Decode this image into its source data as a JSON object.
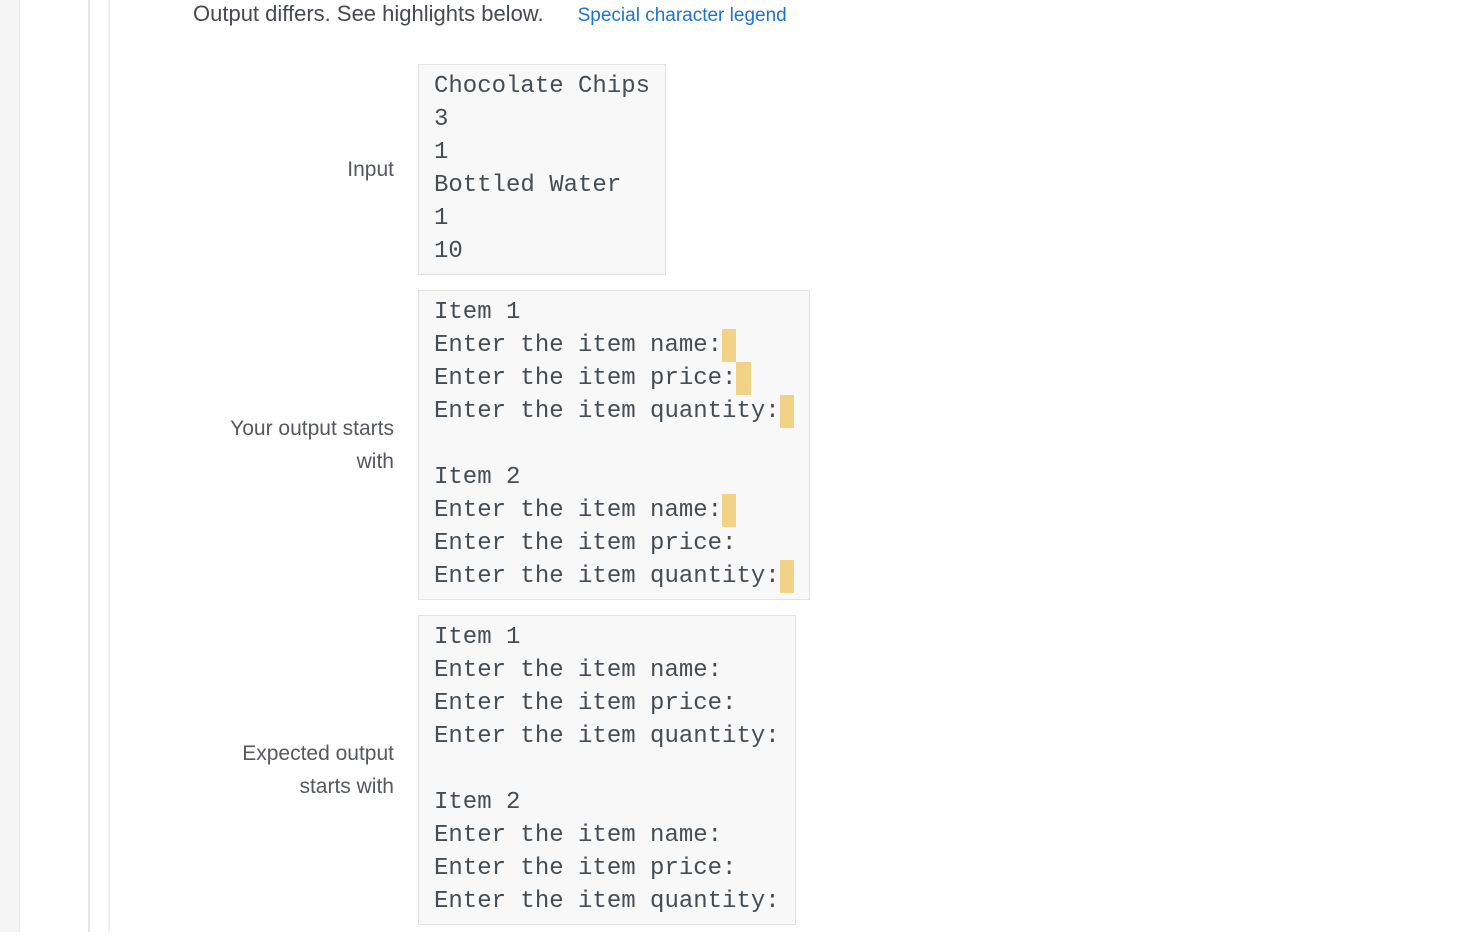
{
  "header": {
    "status_message": "Output differs. See highlights below.",
    "legend_link_label": "Special character legend"
  },
  "colors": {
    "highlight": "#f1d387",
    "link": "#1b74d1"
  },
  "comparison": {
    "input": {
      "label": "Input",
      "lines": [
        [
          {
            "text": "Chocolate Chips",
            "hl": false
          }
        ],
        [
          {
            "text": "3",
            "hl": false
          }
        ],
        [
          {
            "text": "1",
            "hl": false
          }
        ],
        [
          {
            "text": "Bottled Water",
            "hl": false
          }
        ],
        [
          {
            "text": "1",
            "hl": false
          }
        ],
        [
          {
            "text": "10",
            "hl": false
          }
        ]
      ]
    },
    "your_output": {
      "label": "Your output starts with",
      "lines": [
        [
          {
            "text": "Item 1",
            "hl": false
          }
        ],
        [
          {
            "text": "Enter the item name:",
            "hl": false
          },
          {
            "text": " ",
            "hl": true
          }
        ],
        [
          {
            "text": "Enter the item price:",
            "hl": false
          },
          {
            "text": " ",
            "hl": true
          }
        ],
        [
          {
            "text": "Enter the item quantity:",
            "hl": false
          },
          {
            "text": " ",
            "hl": true
          }
        ],
        [],
        [
          {
            "text": "Item 2",
            "hl": false
          }
        ],
        [
          {
            "text": "Enter the item name:",
            "hl": false
          },
          {
            "text": " ",
            "hl": true
          }
        ],
        [
          {
            "text": "Enter the item price:",
            "hl": false
          }
        ],
        [
          {
            "text": "Enter the item quantity:",
            "hl": false
          },
          {
            "text": " ",
            "hl": true
          }
        ]
      ]
    },
    "expected_output": {
      "label": "Expected output starts with",
      "lines": [
        [
          {
            "text": "Item 1",
            "hl": false
          }
        ],
        [
          {
            "text": "Enter the item name:",
            "hl": false
          }
        ],
        [
          {
            "text": "Enter the item price:",
            "hl": false
          }
        ],
        [
          {
            "text": "Enter the item quantity:",
            "hl": false
          }
        ],
        [],
        [
          {
            "text": "Item 2",
            "hl": false
          }
        ],
        [
          {
            "text": "Enter the item name:",
            "hl": false
          }
        ],
        [
          {
            "text": "Enter the item price:",
            "hl": false
          }
        ],
        [
          {
            "text": "Enter the item quantity:",
            "hl": false
          }
        ]
      ]
    }
  }
}
